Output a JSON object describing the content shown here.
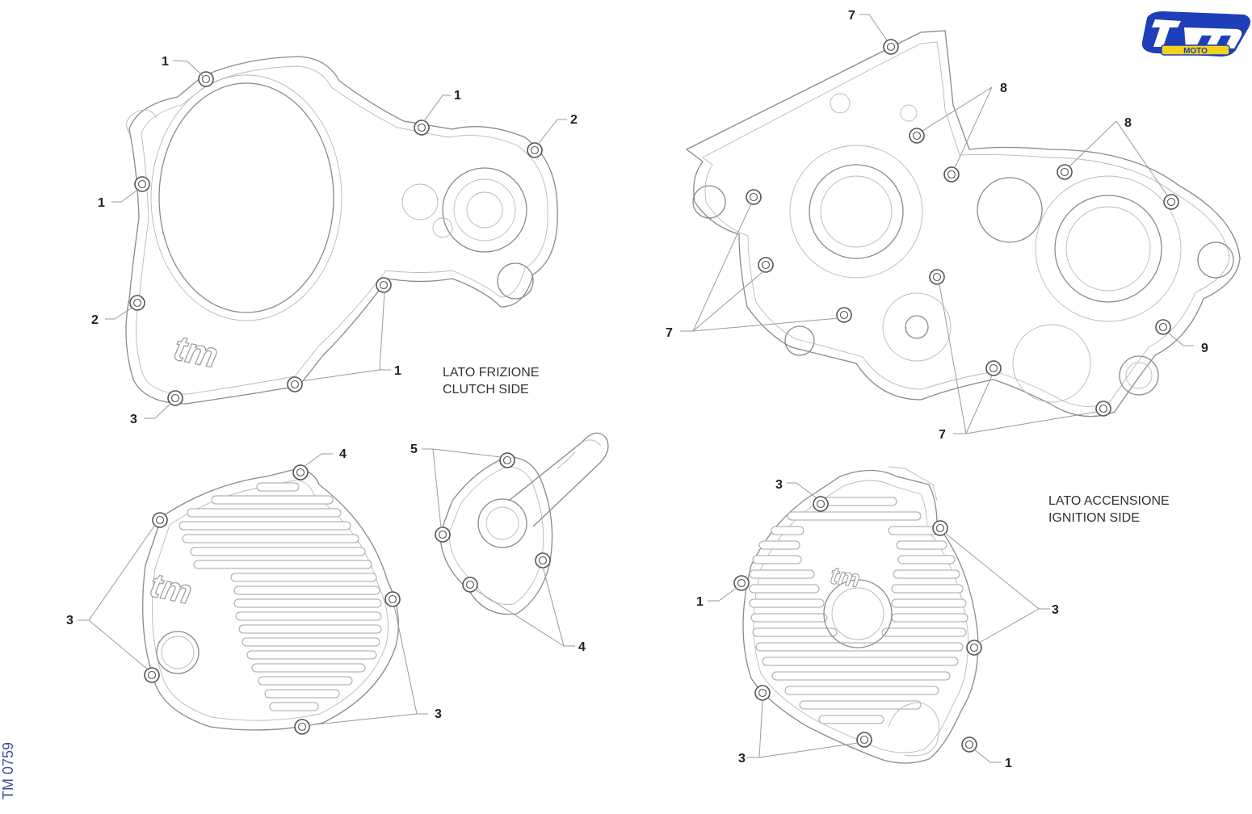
{
  "labels": {
    "clutch_side_it": "LATO FRIZIONE",
    "clutch_side_en": "CLUTCH SIDE",
    "ignition_side_it": "LATO ACCENSIONE",
    "ignition_side_en": "IGNITION SIDE",
    "diagram_code": "TM 0759"
  },
  "logo": {
    "text": "tm",
    "subtext": "MOTO",
    "color": "#1f3fb8",
    "accent": "#f2d21b"
  },
  "callouts": {
    "clutch_cover": [
      "1",
      "1",
      "2",
      "1",
      "2",
      "1",
      "3"
    ],
    "clutch_crankcase": [
      "7",
      "8",
      "8",
      "7",
      "9",
      "7"
    ],
    "ignition_cover_left": [
      "4",
      "3",
      "3"
    ],
    "water_pump_cover": [
      "5",
      "4"
    ],
    "ignition_cover_right": [
      "3",
      "1",
      "3",
      "3",
      "1"
    ]
  },
  "icons": [
    "tm-moto-logo-icon"
  ]
}
